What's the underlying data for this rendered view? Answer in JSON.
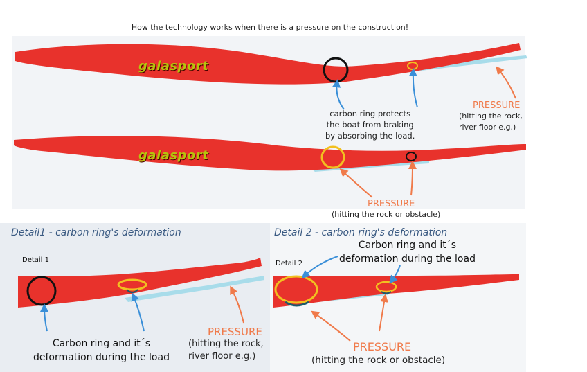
{
  "title": "How the technology works when there is a pressure on the construction!",
  "brand": "galasport",
  "top_diagram": {
    "carbon_note": "carbon ring protects\nthe boat from braking\nby absorbing the load.",
    "pressure_label": "PRESSURE",
    "pressure_detail": "(hitting the rock,\nriver floor e.g.)"
  },
  "middle_diagram": {
    "pressure_label": "PRESSURE",
    "pressure_detail": "(hitting the rock or obstacle)"
  },
  "detail1": {
    "heading": "Detail1 - carbon ring's deformation",
    "tag": "Detail 1",
    "caption": "Carbon ring and it´s\ndeformation during the load",
    "pressure_label": "PRESSURE",
    "pressure_detail": "(hitting the rock,\nriver floor e.g.)"
  },
  "detail2": {
    "heading": "Detail 2 - carbon ring's deformation",
    "tag": "Detail 2",
    "caption": "Carbon ring and it´s\ndeformation during the load",
    "pressure_label": "PRESSURE",
    "pressure_detail": "(hitting the rock or obstacle)"
  },
  "colors": {
    "hull": "#e8322c",
    "water": "#a8dcea",
    "ring_black": "#111111",
    "ring_yellow": "#f2c020",
    "arrow_blue": "#3a8fd8",
    "arrow_orange": "#f07a4a",
    "heading_blue": "#3a5a82"
  }
}
